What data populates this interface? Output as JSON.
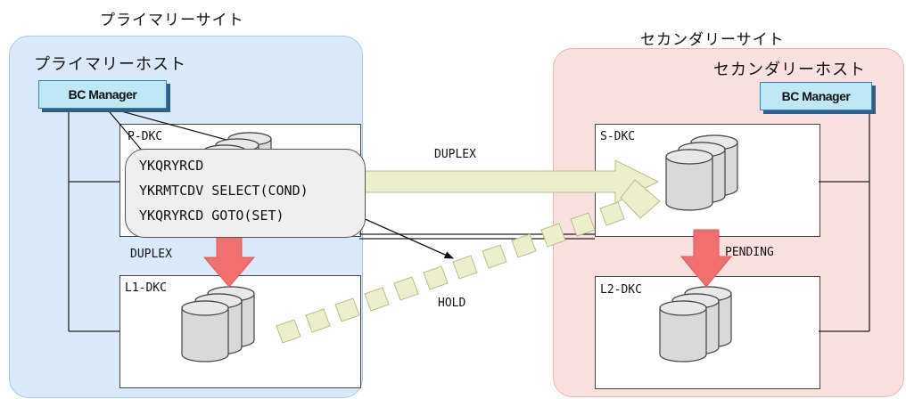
{
  "sites": {
    "primary": {
      "label": "プライマリーサイト",
      "host_label": "プライマリーホスト"
    },
    "secondary": {
      "label": "セカンダリーサイト",
      "host_label": "セカンダリーホスト"
    }
  },
  "bc_manager": {
    "primary": "BC Manager",
    "secondary": "BC Manager"
  },
  "dkcs": {
    "p": "P-DKC",
    "l1": "L1-DKC",
    "s": "S-DKC",
    "l2": "L2-DKC"
  },
  "commands": [
    "YKQRYRCD",
    "YKRMTCDV SELECT(COND)",
    "YKQRYRCD GOTO(SET)"
  ],
  "states": {
    "p_to_s": "DUPLEX",
    "p_to_l1": "DUPLEX",
    "s_to_l2": "PENDING",
    "l1_to_s": "HOLD"
  },
  "colors": {
    "copy_arrow": "#f07070",
    "sync_arrow": "#ecefcc",
    "primary_bg": "#dbeafb",
    "secondary_bg": "#fbe0e0",
    "bc_manager_fill": "#bfe7f6"
  }
}
